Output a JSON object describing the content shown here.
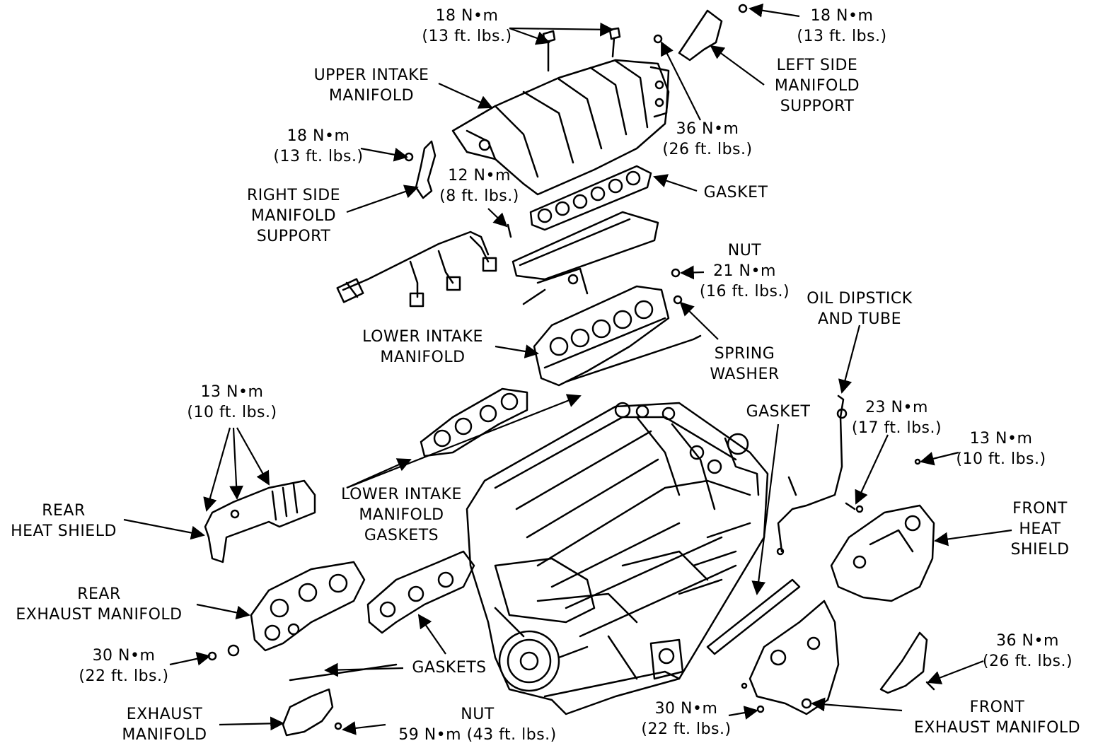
{
  "labels": {
    "torque_top_center": [
      "18 N•m",
      "(13 ft. lbs.)"
    ],
    "torque_top_right": [
      "18 N•m",
      "(13 ft. lbs.)"
    ],
    "left_side_manifold_support": [
      "LEFT SIDE",
      "MANIFOLD",
      "SUPPORT"
    ],
    "upper_intake_manifold": [
      "UPPER INTAKE",
      "MANIFOLD"
    ],
    "torque_36_upper": [
      "36 N•m",
      "(26 ft. lbs.)"
    ],
    "torque_right_support": [
      "18 N•m",
      "(13 ft. lbs.)"
    ],
    "torque_12": [
      "12 N•m",
      "(8 ft. lbs.)"
    ],
    "gasket_upper": "GASKET",
    "right_side_manifold_support": [
      "RIGHT SIDE",
      "MANIFOLD",
      "SUPPORT"
    ],
    "nut_21": [
      "NUT",
      "21 N•m",
      "(16 ft. lbs.)"
    ],
    "oil_dipstick": [
      "OIL DIPSTICK",
      "AND TUBE"
    ],
    "lower_intake_manifold": [
      "LOWER INTAKE",
      "MANIFOLD"
    ],
    "spring_washer": [
      "SPRING",
      "WASHER"
    ],
    "gasket_right": "GASKET",
    "torque_23": [
      "23 N•m",
      "(17 ft. lbs.)"
    ],
    "torque_13_left": [
      "13 N•m",
      "(10 ft. lbs.)"
    ],
    "torque_13_right": [
      "13 N•m",
      "(10 ft. lbs.)"
    ],
    "lower_intake_gaskets": [
      "LOWER INTAKE",
      "MANIFOLD",
      "GASKETS"
    ],
    "front_heat_shield": [
      "FRONT",
      "HEAT",
      "SHIELD"
    ],
    "rear_heat_shield": [
      "REAR",
      "HEAT SHIELD"
    ],
    "rear_exhaust_manifold": [
      "REAR",
      "EXHAUST MANIFOLD"
    ],
    "torque_30_left": [
      "30 N•m",
      "(22 ft. lbs.)"
    ],
    "gaskets": "GASKETS",
    "torque_36_lower": [
      "36 N•m",
      "(26 ft. lbs.)"
    ],
    "exhaust_manifold": [
      "EXHAUST",
      "MANIFOLD"
    ],
    "nut_59": [
      "NUT",
      "59 N•m (43 ft. lbs.)"
    ],
    "torque_30_right": [
      "30 N•m",
      "(22 ft. lbs.)"
    ],
    "front_exhaust_manifold": [
      "FRONT",
      "EXHAUST MANIFOLD"
    ]
  }
}
